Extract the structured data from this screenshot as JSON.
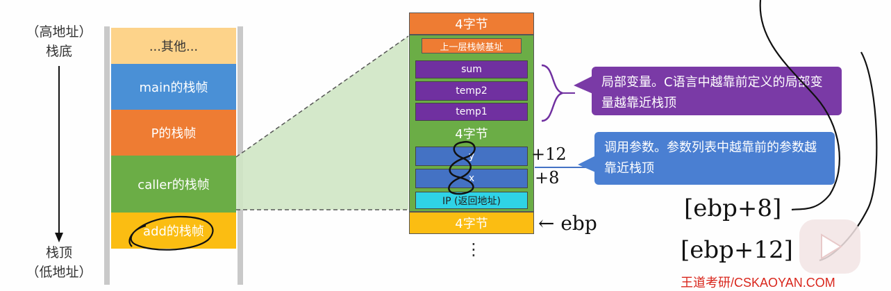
{
  "left_stack": {
    "top_label": [
      "（高地址）",
      "栈底"
    ],
    "bottom_label": [
      "栈顶",
      "（低地址）"
    ],
    "frames": [
      {
        "label": "...其他...",
        "color": "#fdd38a",
        "text_color": "#333333"
      },
      {
        "label": "main的栈帧",
        "color": "#4a90d6",
        "text_color": "#ffffff"
      },
      {
        "label": "P的栈帧",
        "color": "#ee7c33",
        "text_color": "#ffffff"
      },
      {
        "label": "caller的栈帧",
        "color": "#6bad46",
        "text_color": "#ffffff"
      },
      {
        "label": "add的栈帧",
        "color": "#fbbd12",
        "text_color": "#ffffff"
      }
    ]
  },
  "detail_frame": {
    "top_cell": "4字节",
    "prev_ebp": "上一层栈帧基址",
    "locals": [
      "sum",
      "temp2",
      "temp1"
    ],
    "mid_cell": "4字节",
    "params": [
      "y",
      "x"
    ],
    "ret_addr": "IP (返回地址)",
    "bottom_cell": "4字节",
    "ellipsis": "⋮",
    "ebp_label": "← ebp"
  },
  "callouts": {
    "locals_note": "局部变量。C语言中越靠前定义的局部变量越靠近栈顶",
    "params_note": "调用参数。参数列表中越靠前的参数越靠近栈顶"
  },
  "handwriting": {
    "offset_y": "+12",
    "offset_x": "+8",
    "ebp8": "[ebp+8]",
    "ebp12": "[ebp+12]"
  },
  "watermark": "王道考研/CSKAOYAN.COM",
  "colors": {
    "orange": "#ee7c33",
    "green": "#6bad46",
    "purple": "#7030a0",
    "blue": "#4472c4",
    "cyan": "#2fd3e6",
    "gold": "#fbbd12",
    "light_green": "#cfe6c4",
    "callout_purple": "#7a3aa6",
    "callout_blue": "#4a7fd2",
    "red": "#d9261c"
  }
}
